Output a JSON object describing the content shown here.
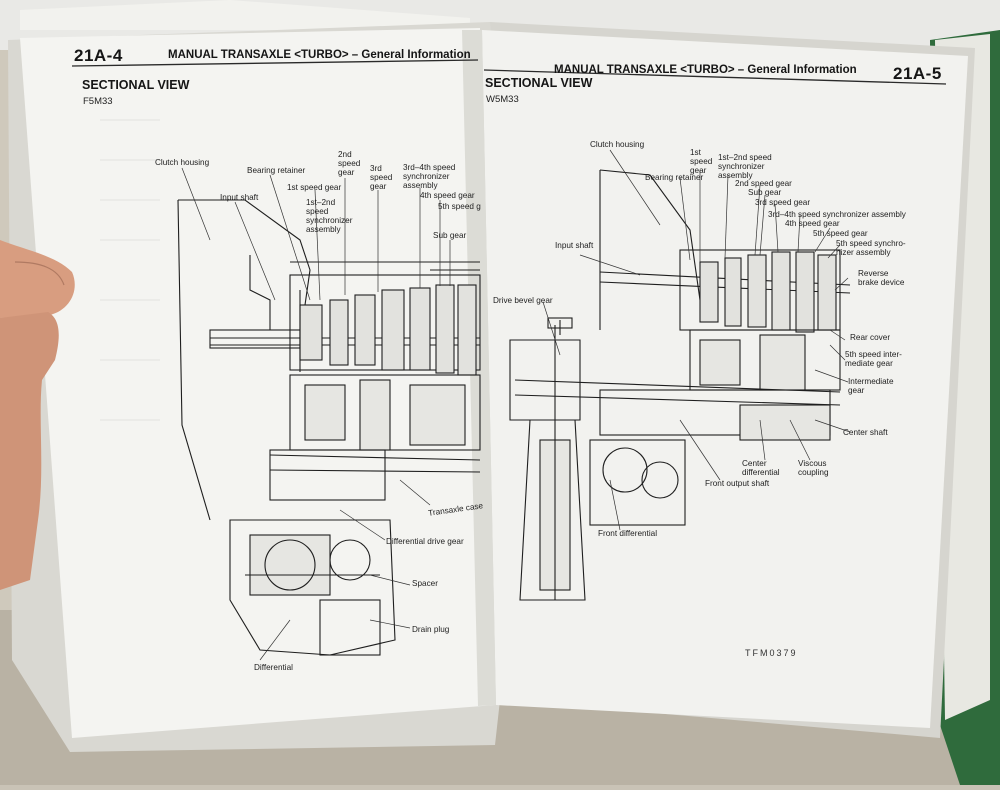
{
  "photo": {
    "colors": {
      "background": "#c9c3b6",
      "page": "#f4f4f1",
      "ink": "#1a1a1a",
      "hand": "#d49a7e",
      "binder": "#2f6b3c"
    },
    "left_page": {
      "page_number": "21A-4",
      "header": "MANUAL TRANSAXLE <TURBO> – General Information",
      "section": "SECTIONAL VIEW",
      "model": "F5M33",
      "labels": {
        "clutch_housing": "Clutch housing",
        "bearing_retainer": "Bearing retainer",
        "second_speed_gear": "2nd\nspeed\ngear",
        "third_speed_gear": "3rd\nspeed\ngear",
        "sync_34": "3rd–4th speed\nsynchronizer\nassembly",
        "input_shaft": "Input shaft",
        "first_speed_gear": "1st speed gear",
        "sync_12": "1st–2nd\nspeed\nsynchronizer\nassembly",
        "fourth_speed_gear": "4th speed gear",
        "fifth_speed_gear": "5th speed g",
        "sub_gear": "Sub gear",
        "transaxle_case": "Transaxle case",
        "differential_drive_gear": "Differential drive gear",
        "spacer": "Spacer",
        "drain_plug": "Drain plug",
        "differential": "Differential"
      }
    },
    "right_page": {
      "page_number": "21A-5",
      "header": "MANUAL TRANSAXLE <TURBO> – General Information",
      "section": "SECTIONAL VIEW",
      "model": "W5M33",
      "figure_code": "TFM0379",
      "labels": {
        "clutch_housing": "Clutch housing",
        "first_speed_gear": "1st\nspeed\ngear",
        "sync_12": "1st–2nd speed\nsynchronizer\nassembly",
        "bearing_retainer": "Bearing retainer",
        "second_speed_gear": "2nd speed gear",
        "sub_gear": "Sub gear",
        "third_speed_gear": "3rd speed gear",
        "sync_34": "3rd–4th speed synchronizer assembly",
        "fourth_speed_gear": "4th speed gear",
        "fifth_speed_gear": "5th speed gear",
        "sync_5": "5th speed synchro-\nnizer assembly",
        "input_shaft": "Input shaft",
        "reverse_brake": "Reverse\nbrake device",
        "drive_bevel_gear": "Drive bevel gear",
        "rear_cover": "Rear cover",
        "fifth_intermediate": "5th speed inter-\nmediate gear",
        "intermediate_gear": "Intermediate\ngear",
        "center_shaft": "Center shaft",
        "center_differential": "Center\ndifferential",
        "viscous_coupling": "Viscous\ncoupling",
        "front_output_shaft": "Front output shaft",
        "front_differential": "Front differential"
      }
    }
  }
}
